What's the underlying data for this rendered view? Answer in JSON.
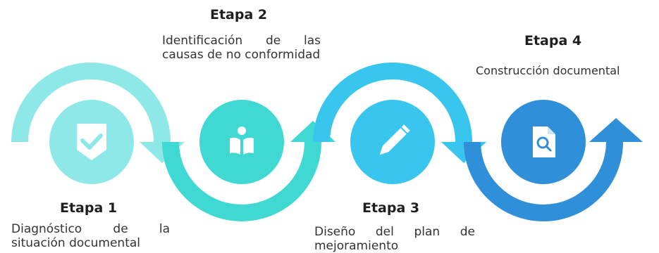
{
  "stages": [
    {
      "title": "Etapa 1",
      "description": "Diagnóstico de la situación documental",
      "icon": "shield-check-icon",
      "color": "#8fe8e8"
    },
    {
      "title": "Etapa 2",
      "description": "Identificación de las causas de no conformidad",
      "icon": "reading-book-icon",
      "color": "#3fd8d2"
    },
    {
      "title": "Etapa 3",
      "description": "Diseño del plan de mejoramiento",
      "icon": "pencil-icon",
      "color": "#38c6ee"
    },
    {
      "title": "Etapa 4",
      "description": "Construcción documental",
      "icon": "document-search-icon",
      "color": "#2f8fd8"
    }
  ]
}
